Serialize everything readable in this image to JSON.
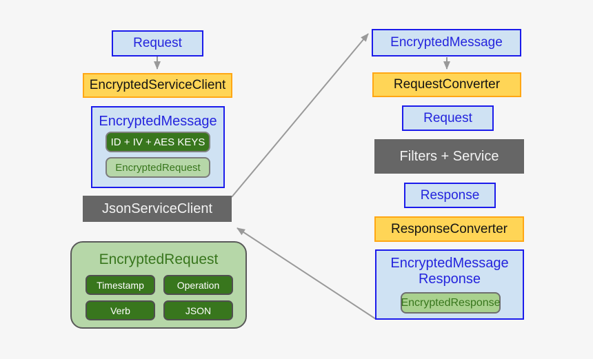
{
  "palette": {
    "background": "#f6f6f6",
    "light_blue_fill": "#cfe2f3",
    "blue_border": "#1b1beb",
    "blue_text": "#2424dd",
    "orange_fill": "#ffd556",
    "orange_border": "#ffa714",
    "dark_gray_fill": "#666666",
    "dark_green_fill": "#38761d",
    "light_green_fill": "#b6d7a8",
    "green_text": "#38761d",
    "arrow_gray": "#999999"
  },
  "left_flow": {
    "request_label": "Request",
    "encrypted_service_client_label": "EncryptedServiceClient",
    "encrypted_message_group": {
      "title": "EncryptedMessage",
      "keys_label": "ID + IV + AES KEYS",
      "payload_label": "EncryptedRequest"
    },
    "json_service_client_label": "JsonServiceClient",
    "encrypted_request_group": {
      "title": "EncryptedRequest",
      "fields": [
        "Timestamp",
        "Operation",
        "Verb",
        "JSON"
      ]
    }
  },
  "right_flow": {
    "encrypted_message_label": "EncryptedMessage",
    "request_converter_label": "RequestConverter",
    "request_label": "Request",
    "filters_service_label": "Filters + Service",
    "response_label": "Response",
    "response_converter_label": "ResponseConverter",
    "encrypted_message_response_group": {
      "title_line1": "EncryptedMessage",
      "title_line2": "Response",
      "payload_label": "EncryptedResponse"
    }
  }
}
